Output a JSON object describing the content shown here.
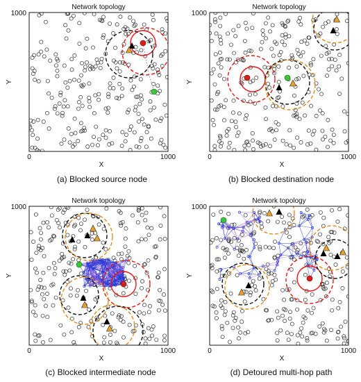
{
  "colors": {
    "node": "#333333",
    "source": "#d9201a",
    "destination": "#3cc43c",
    "blocker": "#000000",
    "blocked_relay": "#e8a030",
    "link_blue": "#2a3ad8",
    "link_purple": "#b070d8",
    "circle_red": "#ee1111",
    "circle_black": "#111111",
    "circle_orange": "#e08a1a"
  },
  "panels": [
    {
      "key": "a",
      "title": "Network topology",
      "caption": "(a) Blocked source node",
      "xlabel": "X",
      "ylabel": "Y",
      "x_ticks": [
        "0",
        "1000"
      ],
      "y_tick_top": "1000",
      "source": [
        820,
        780
      ],
      "destination": [
        900,
        430
      ],
      "blockers": [
        [
          740,
          760
        ]
      ],
      "relays": [
        [
          720,
          730
        ]
      ],
      "circles": [
        {
          "c": [
            820,
            780
          ],
          "r": 90,
          "style": "red-solid"
        },
        {
          "c": [
            840,
            720
          ],
          "r": 170,
          "style": "red-dashed"
        },
        {
          "c": [
            720,
            700
          ],
          "r": 170,
          "style": "black-dashed"
        }
      ],
      "links": [
        [
          [
            820,
            780
          ],
          [
            860,
            560
          ]
        ],
        [
          [
            860,
            560
          ],
          [
            900,
            430
          ]
        ]
      ],
      "link_mesh": false,
      "seed": 11
    },
    {
      "key": "b",
      "title": "Network topology",
      "caption": "(b) Blocked destination node",
      "xlabel": "X",
      "ylabel": "Y",
      "x_ticks": [
        "0",
        "1000"
      ],
      "y_tick_top": "1000",
      "source": [
        270,
        530
      ],
      "destination": [
        560,
        530
      ],
      "blockers": [
        [
          890,
          870
        ],
        [
          500,
          460
        ]
      ],
      "relays": [
        [
          915,
          950
        ],
        [
          600,
          490
        ]
      ],
      "circles": [
        {
          "c": [
            310,
            520
          ],
          "r": 90,
          "style": "red-solid"
        },
        {
          "c": [
            300,
            520
          ],
          "r": 170,
          "style": "red-dashed"
        },
        {
          "c": [
            560,
            500
          ],
          "r": 160,
          "style": "black-dashed"
        },
        {
          "c": [
            580,
            480
          ],
          "r": 180,
          "style": "orange-dashed"
        },
        {
          "c": [
            900,
            940
          ],
          "r": 160,
          "style": "orange-dashed"
        },
        {
          "c": [
            900,
            880
          ],
          "r": 150,
          "style": "black-dashed"
        }
      ],
      "links": [],
      "link_mesh": false,
      "seed": 23
    },
    {
      "key": "c",
      "title": "Network topology",
      "caption": "(c) Blocked intermediate node",
      "xlabel": "X",
      "ylabel": "Y",
      "x_ticks": [
        "0",
        "1000"
      ],
      "y_tick_top": "1000",
      "source": [
        680,
        440
      ],
      "destination": [
        360,
        580
      ],
      "blockers": [
        [
          310,
          760
        ],
        [
          390,
          340
        ],
        [
          560,
          170
        ],
        [
          420,
          790
        ]
      ],
      "relays": [
        [
          460,
          840
        ],
        [
          400,
          290
        ],
        [
          580,
          120
        ],
        [
          490,
          770
        ]
      ],
      "circles": [
        {
          "c": [
            680,
            440
          ],
          "r": 90,
          "style": "red-solid"
        },
        {
          "c": [
            700,
            440
          ],
          "r": 170,
          "style": "red-dashed"
        },
        {
          "c": [
            400,
            790
          ],
          "r": 160,
          "style": "black-dashed"
        },
        {
          "c": [
            430,
            780
          ],
          "r": 170,
          "style": "orange-dashed"
        },
        {
          "c": [
            360,
            360
          ],
          "r": 140,
          "style": "black-dashed"
        },
        {
          "c": [
            400,
            320
          ],
          "r": 170,
          "style": "orange-dashed"
        },
        {
          "c": [
            600,
            130
          ],
          "r": 160,
          "style": "orange-dashed"
        },
        {
          "c": [
            640,
            100
          ],
          "r": 180,
          "style": "black-dashed"
        }
      ],
      "links": [],
      "link_mesh": true,
      "mesh_region": [
        [
          380,
          420
        ],
        [
          700,
          620
        ]
      ],
      "seed": 37
    },
    {
      "key": "d",
      "title": "Network topology",
      "caption": "(d) Detoured multi-hop path",
      "xlabel": "X",
      "ylabel": "Y",
      "x_ticks": [
        "0",
        "1000"
      ],
      "y_tick_top": "1000",
      "source": [
        720,
        480
      ],
      "destination": [
        100,
        900
      ],
      "blockers": [
        [
          500,
          960
        ],
        [
          820,
          660
        ],
        [
          920,
          640
        ],
        [
          280,
          430
        ]
      ],
      "relays": [
        [
          430,
          950
        ],
        [
          840,
          700
        ],
        [
          960,
          670
        ],
        [
          230,
          380
        ]
      ],
      "circles": [
        {
          "c": [
            720,
            480
          ],
          "r": 90,
          "style": "red-solid"
        },
        {
          "c": [
            720,
            470
          ],
          "r": 170,
          "style": "red-dashed"
        },
        {
          "c": [
            460,
            950
          ],
          "r": 150,
          "style": "orange-dashed"
        },
        {
          "c": [
            880,
            700
          ],
          "r": 160,
          "style": "orange-dashed"
        },
        {
          "c": [
            900,
            620
          ],
          "r": 140,
          "style": "black-dashed"
        },
        {
          "c": [
            240,
            440
          ],
          "r": 150,
          "style": "black-dashed"
        },
        {
          "c": [
            270,
            420
          ],
          "r": 160,
          "style": "orange-dashed"
        }
      ],
      "links": [],
      "link_mesh": true,
      "mesh_region": [
        [
          50,
          460
        ],
        [
          780,
          960
        ]
      ],
      "seed": 53
    }
  ]
}
